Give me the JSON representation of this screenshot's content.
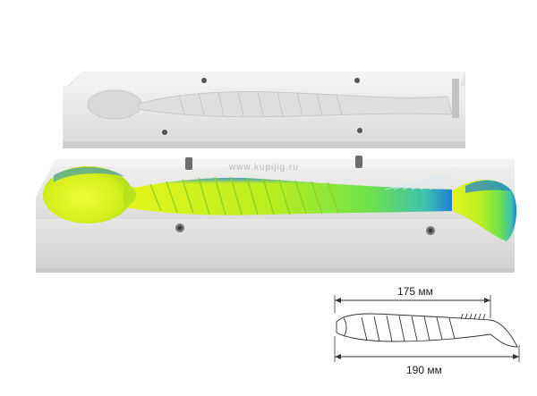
{
  "photo": {
    "watermark": "www.kupijig.ru",
    "colors": {
      "background": "#ffffff",
      "mold": "#e9e9e7",
      "lure_yellow": "#d8f01a",
      "lure_green": "#6fe03a",
      "lure_blue": "#1f7fd8"
    }
  },
  "dimensions": {
    "length_top": "175 мм",
    "length_bottom": "190 мм"
  }
}
